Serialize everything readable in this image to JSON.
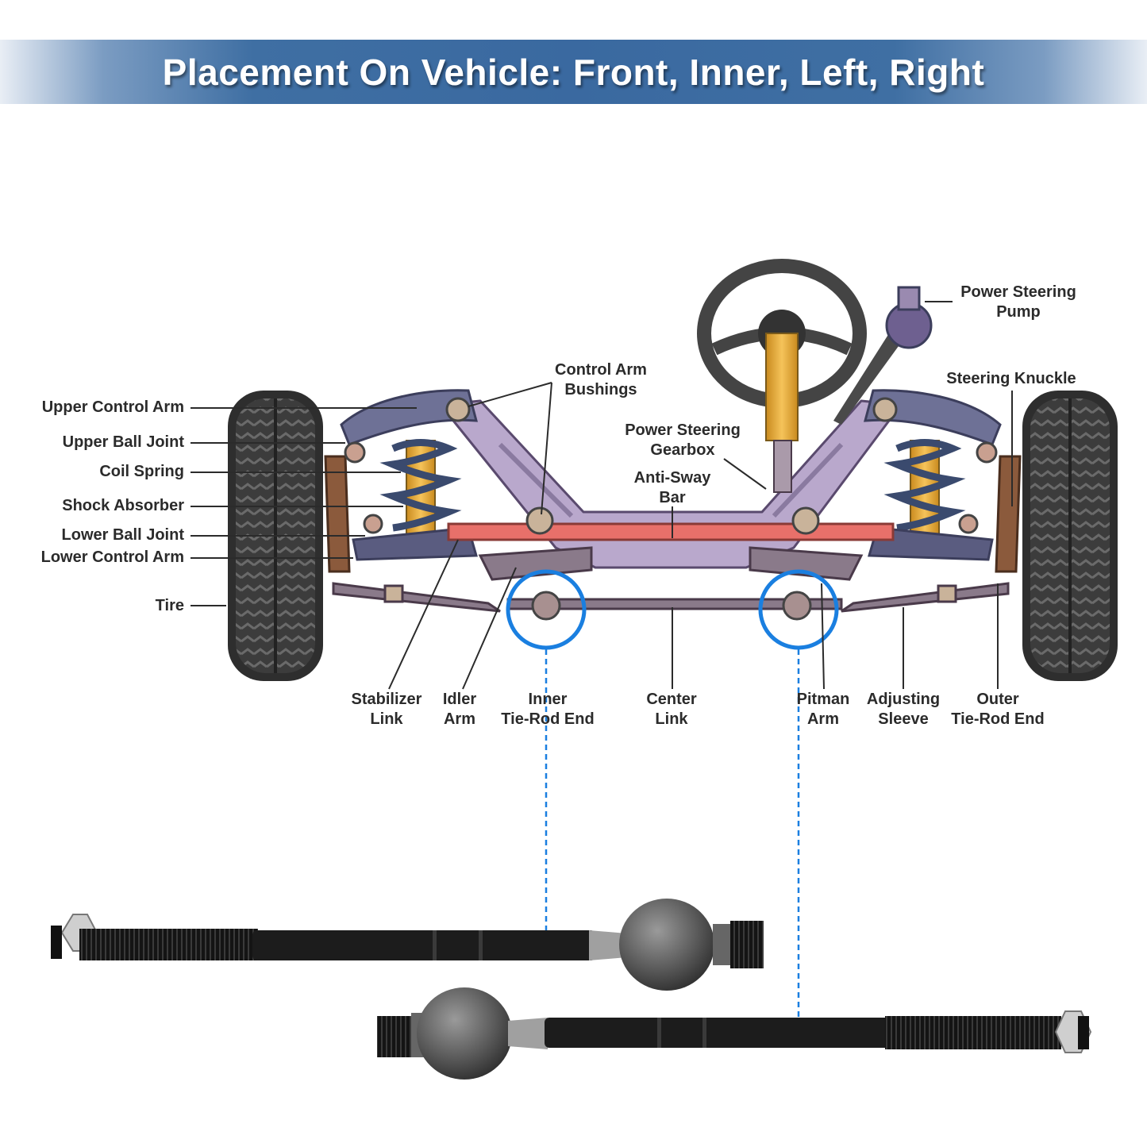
{
  "header": {
    "title": "Placement On Vehicle: Front, Inner, Left, Right"
  },
  "labels": {
    "upper_control_arm": "Upper Control Arm",
    "upper_ball_joint": "Upper Ball Joint",
    "coil_spring": "Coil Spring",
    "shock_absorber": "Shock Absorber",
    "lower_ball_joint": "Lower Ball Joint",
    "lower_control_arm": "Lower Control Arm",
    "tire": "Tire",
    "control_arm_bushings_1": "Control Arm",
    "control_arm_bushings_2": "Bushings",
    "power_steering_gearbox_1": "Power Steering",
    "power_steering_gearbox_2": "Gearbox",
    "anti_sway_bar_1": "Anti-Sway",
    "anti_sway_bar_2": "Bar",
    "power_steering_pump_1": "Power Steering",
    "power_steering_pump_2": "Pump",
    "steering_knuckle": "Steering Knuckle",
    "stabilizer_link_1": "Stabilizer",
    "stabilizer_link_2": "Link",
    "idler_arm_1": "Idler",
    "idler_arm_2": "Arm",
    "inner_tie_rod_end_1": "Inner",
    "inner_tie_rod_end_2": "Tie-Rod End",
    "center_link_1": "Center",
    "center_link_2": "Link",
    "pitman_arm_1": "Pitman",
    "pitman_arm_2": "Arm",
    "adjusting_sleeve_1": "Adjusting",
    "adjusting_sleeve_2": "Sleeve",
    "outer_tie_rod_end_1": "Outer",
    "outer_tie_rod_end_2": "Tie-Rod End"
  },
  "colors": {
    "banner_blue": "#3a69a0",
    "highlight_blue": "#1a7fe0",
    "frame_lavender": "#b9a8cc",
    "sway_bar_red": "#e8706a",
    "spring_navy": "#3a4a6e",
    "shock_orange": "#f0a830",
    "tire_dark": "#3a3a3a",
    "part_black": "#1a1a1a"
  },
  "icons": {
    "tire": "tire-icon",
    "steering_wheel": "steering-wheel-icon",
    "tie_rod": "tie-rod-icon"
  }
}
